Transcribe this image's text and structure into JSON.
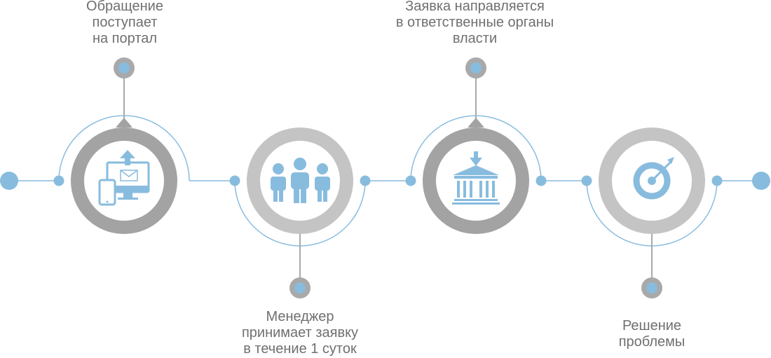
{
  "colors": {
    "accent": "#88BCDE",
    "dark_gray": "#A3A3A3",
    "light_gray": "#C4C4C4",
    "pin_gray": "#A9A9A9",
    "text": "#6F6F6F"
  },
  "steps": [
    {
      "lines": [
        "Обращение",
        "поступает",
        "на портал"
      ],
      "icon": "upload-devices-icon",
      "ring": "dark"
    },
    {
      "lines": [
        "Менеджер",
        "принимает заявку",
        "в течение 1 суток"
      ],
      "icon": "people-group-icon",
      "ring": "light"
    },
    {
      "lines": [
        "Заявка направляется",
        "в ответственные органы",
        "власти"
      ],
      "icon": "government-building-icon",
      "ring": "dark"
    },
    {
      "lines": [
        "Решение",
        "проблемы"
      ],
      "icon": "target-arrow-icon",
      "ring": "light"
    }
  ]
}
